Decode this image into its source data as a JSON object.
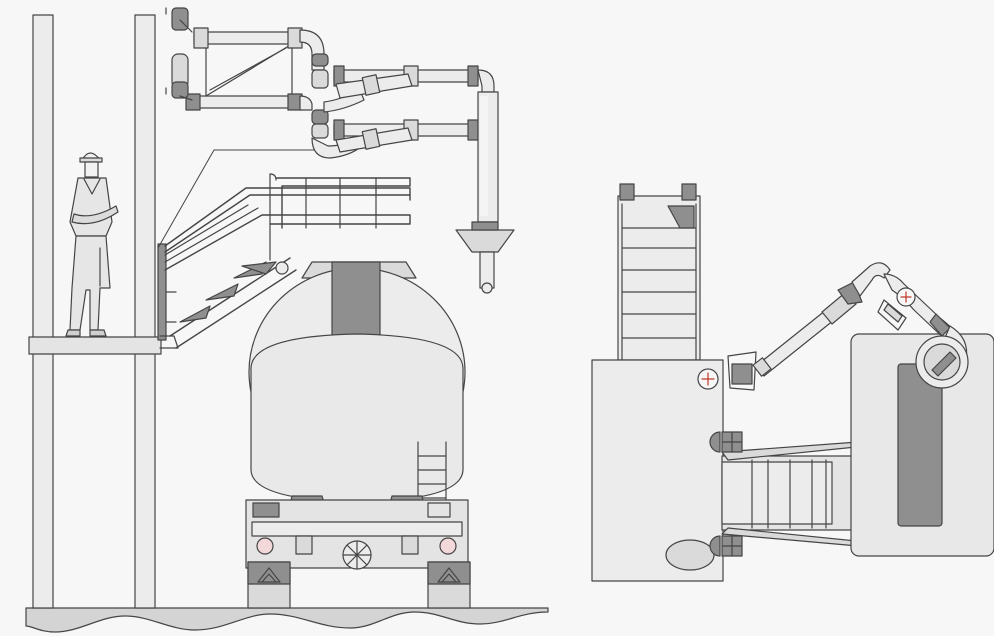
{
  "scene": {
    "views": [
      {
        "id": "front-elevation",
        "subject": "tanker-truck-loading-arm-with-gangway"
      },
      {
        "id": "top-plan",
        "subject": "loading-arm-and-platform-plan"
      }
    ]
  },
  "colors": {
    "background": "#f7f7f7",
    "light_fill": "#ececec",
    "mid_fill": "#dadada",
    "dark_fill": "#8f8f8f",
    "stroke": "#454545",
    "ground": "#d4d4d4",
    "accent_red": "#c0392b",
    "wheel_fill": "#f2d8d8"
  },
  "icons": {
    "worker": "worker-icon",
    "swivel_marker": "crosshair-icon",
    "valve": "valve-icon"
  }
}
